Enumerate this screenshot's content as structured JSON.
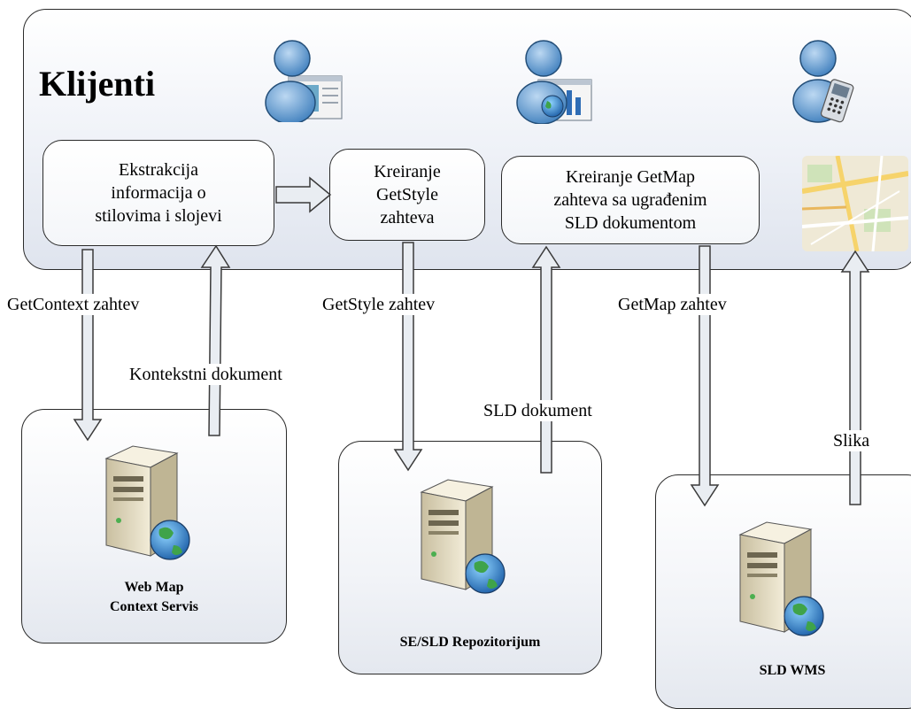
{
  "clients": {
    "title": "Klijenti"
  },
  "steps": {
    "extraction": "Ekstrakcija\ninformacija o\nstilovima i slojevi",
    "getstyle": "Kreiranje\nGetStyle\nzahteva",
    "getmap": "Kreiranje GetMap\nzahteva sa ugrađenim\nSLD dokumentom"
  },
  "arrows": {
    "getcontext_request": "GetContext zahtev",
    "context_document": "Kontekstni dokument",
    "getstyle_request": "GetStyle zahtev",
    "sld_document": "SLD dokument",
    "getmap_request": "GetMap zahtev",
    "image": "Slika"
  },
  "servers": {
    "wmc": "Web Map\nContext Servis",
    "sld_repo": "SE/SLD Repozitorijum",
    "sld_wms": "SLD WMS"
  },
  "icons": {
    "client_desktop": "user-desktop-icon",
    "client_map": "user-map-window-icon",
    "client_mobile": "user-mobile-icon",
    "map_preview": "map-thumbnail-icon",
    "server": "server-globe-icon"
  },
  "colors": {
    "arrow_fill": "#e9edf2",
    "arrow_stroke": "#3a3a3a",
    "user_blue": "#5e95c8",
    "server_beige": "#e7dfc6"
  }
}
